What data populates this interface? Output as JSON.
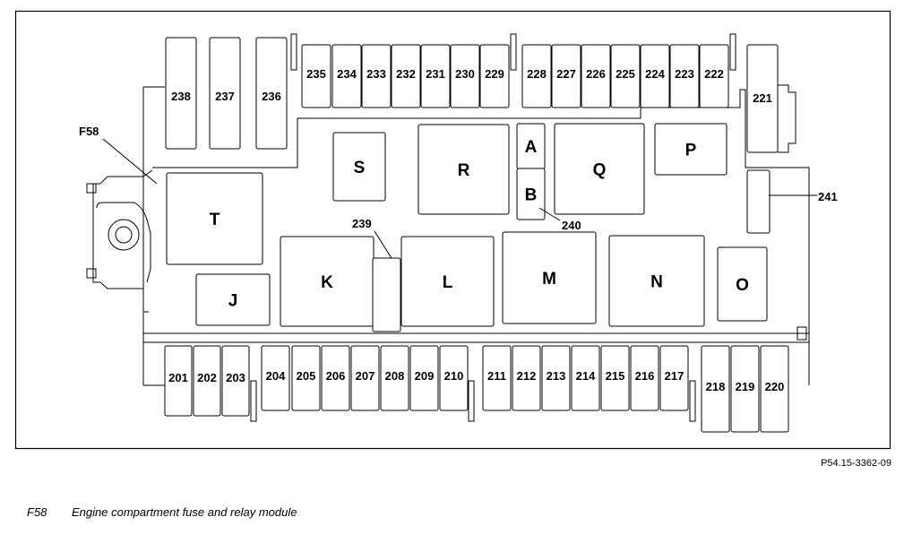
{
  "callouts": {
    "module": "F58",
    "relay_239": "239",
    "relay_240": "240",
    "relay_241": "241"
  },
  "relays": {
    "A": "A",
    "B": "B",
    "J": "J",
    "K": "K",
    "L": "L",
    "M": "M",
    "N": "N",
    "O": "O",
    "P": "P",
    "Q": "Q",
    "R": "R",
    "S": "S",
    "T": "T"
  },
  "fuses": {
    "top_large": [
      "238",
      "237",
      "236"
    ],
    "top_row_left": [
      "235",
      "234",
      "233",
      "232",
      "231",
      "230",
      "229"
    ],
    "top_row_right": [
      "228",
      "227",
      "226",
      "225",
      "224",
      "223",
      "222"
    ],
    "right_side": [
      "221"
    ],
    "bottom_row_left": [
      "201",
      "202",
      "203"
    ],
    "bottom_row_mid": [
      "204",
      "205",
      "206",
      "207",
      "208",
      "209",
      "210"
    ],
    "bottom_row_right": [
      "211",
      "212",
      "213",
      "214",
      "215",
      "216",
      "217"
    ],
    "bottom_large": [
      "218",
      "219",
      "220"
    ]
  },
  "reference_code": "P54.15-3362-09",
  "caption": {
    "code": "F58",
    "text": "Engine compartment fuse and relay module"
  }
}
